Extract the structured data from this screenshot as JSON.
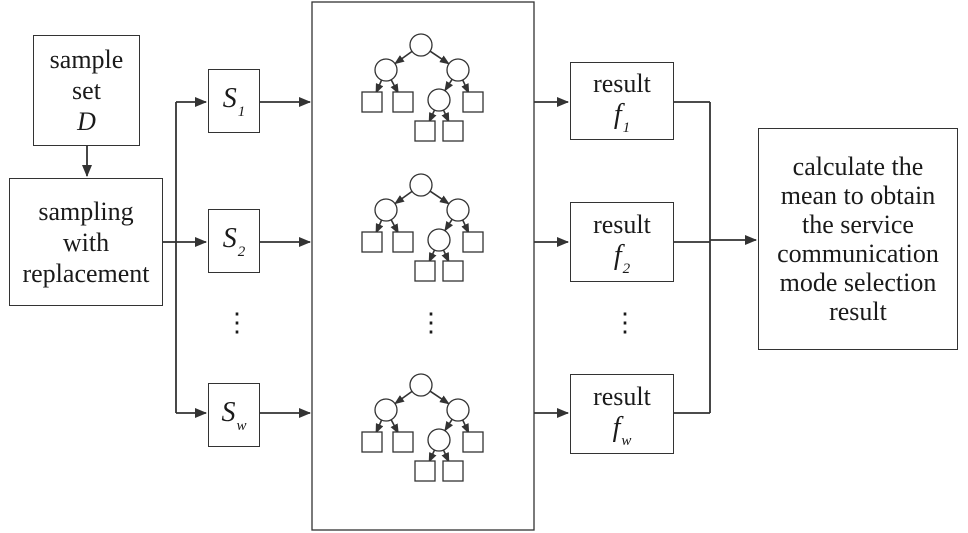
{
  "sample_set": {
    "line1": "sample",
    "line2": "set",
    "symbol": "D"
  },
  "sampling": {
    "line1": "sampling",
    "line2": "with",
    "line3": "replacement"
  },
  "subsets": [
    {
      "symbol": "S",
      "sub": "1"
    },
    {
      "symbol": "S",
      "sub": "2"
    },
    {
      "symbol": "S",
      "sub": "w"
    }
  ],
  "results": [
    {
      "label": "result",
      "symbol": "f",
      "sub": "1"
    },
    {
      "label": "result",
      "symbol": "f",
      "sub": "2"
    },
    {
      "label": "result",
      "symbol": "f",
      "sub": "w"
    }
  ],
  "ellipsis": "⋮",
  "final": {
    "lines": [
      "calculate the",
      "mean to obtain",
      "the service",
      "communication",
      "mode selection",
      "result"
    ]
  },
  "colors": {
    "stroke": "#333333",
    "text": "#1a1a1a"
  }
}
